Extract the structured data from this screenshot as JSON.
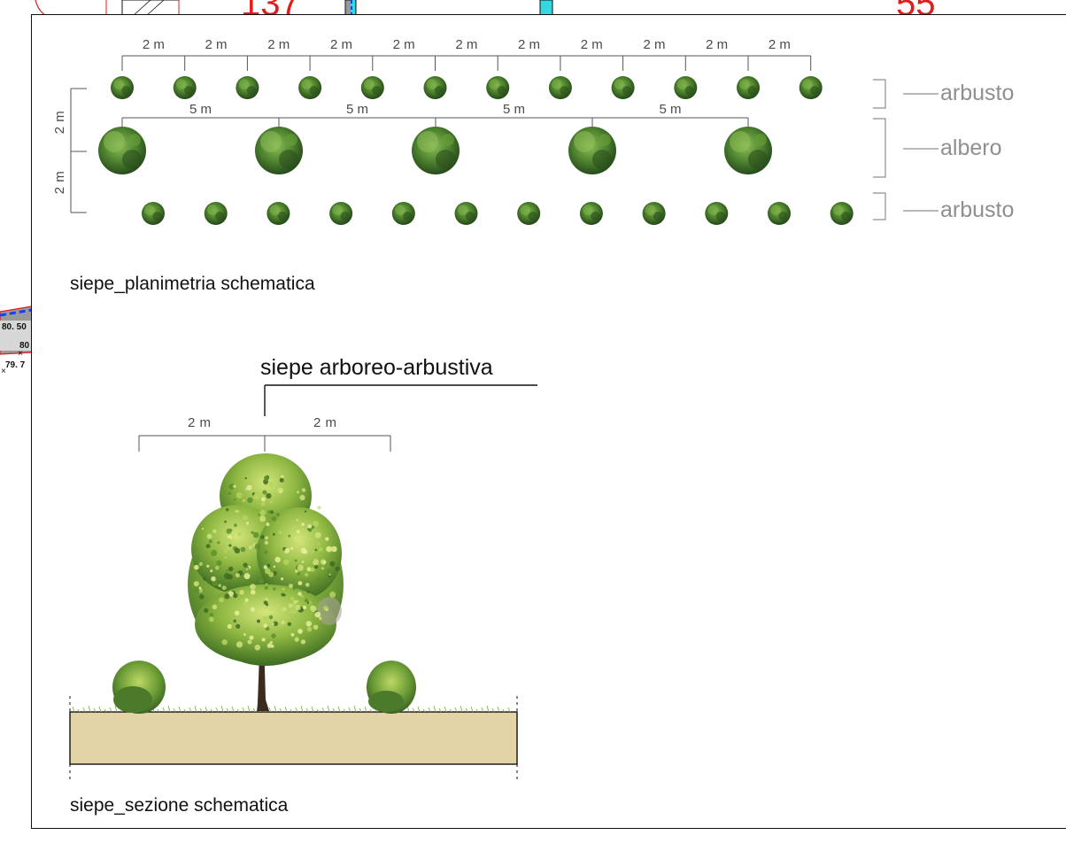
{
  "background_drawing": {
    "parcel_numbers": [
      "137",
      "55"
    ],
    "elevation_labels": [
      "80. 50",
      "80",
      "79. 7"
    ]
  },
  "plan": {
    "spacing_shrubs": "2 m",
    "spacing_trees": "5 m",
    "row_gap_1": "2 m",
    "row_gap_2": "2 m",
    "row_labels": [
      "arbusto",
      "albero",
      "arbusto"
    ],
    "caption": "siepe_planimetria schematica"
  },
  "section": {
    "title": "siepe arboreo-arbustiva",
    "dim_left": "2 m",
    "dim_right": "2 m",
    "caption": "siepe_sezione schematica"
  },
  "colors": {
    "foliage_dark": "#2f5a1c",
    "foliage_mid": "#4f8a2a",
    "foliage_light": "#a8c94e",
    "ground": "#e2d4a6",
    "label_gray": "#8f8f8f",
    "accent_red": "#e21b1b",
    "accent_cyan": "#35d7e0",
    "accent_blue": "#1a3cff"
  }
}
